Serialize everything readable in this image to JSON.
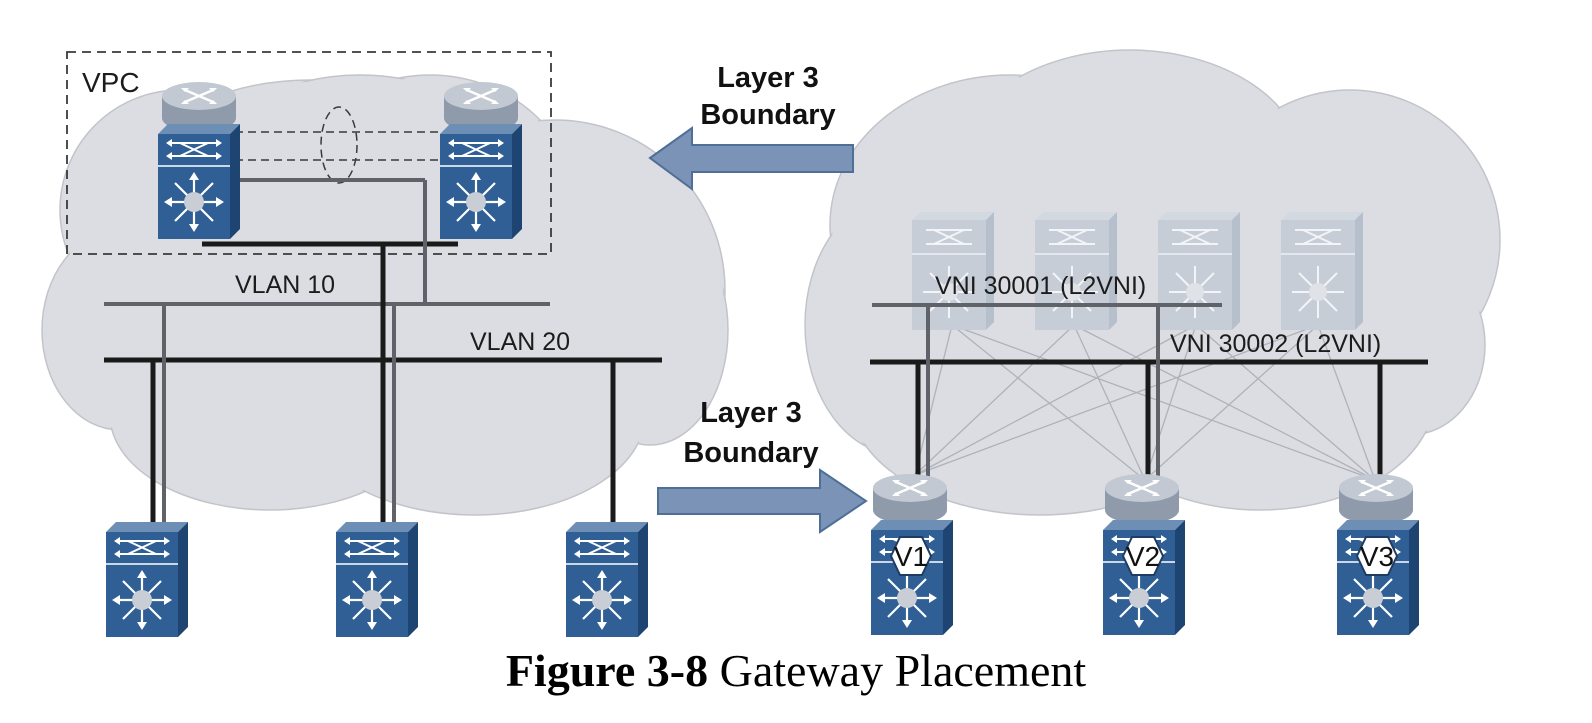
{
  "left": {
    "vpc_label": "VPC",
    "vlan10_label": "VLAN 10",
    "vlan20_label": "VLAN 20"
  },
  "right": {
    "vni1_label": "VNI 30001 (L2VNI)",
    "vni2_label": "VNI 30002 (L2VNI)",
    "gateways": [
      "V1",
      "V2",
      "V3"
    ]
  },
  "arrows": {
    "top": {
      "line1": "Layer 3",
      "line2": "Boundary"
    },
    "bottom": {
      "line1": "Layer 3",
      "line2": "Boundary"
    }
  },
  "caption": {
    "number": "Figure 3-8",
    "title": "Gateway Placement"
  },
  "colors": {
    "cloud": "#dcdde2",
    "switch_blue": "#2f5f94",
    "router_gray": "#b9c1cc",
    "arrow_fill": "#7a93b6",
    "faded_switch": "#c6cdd7"
  }
}
